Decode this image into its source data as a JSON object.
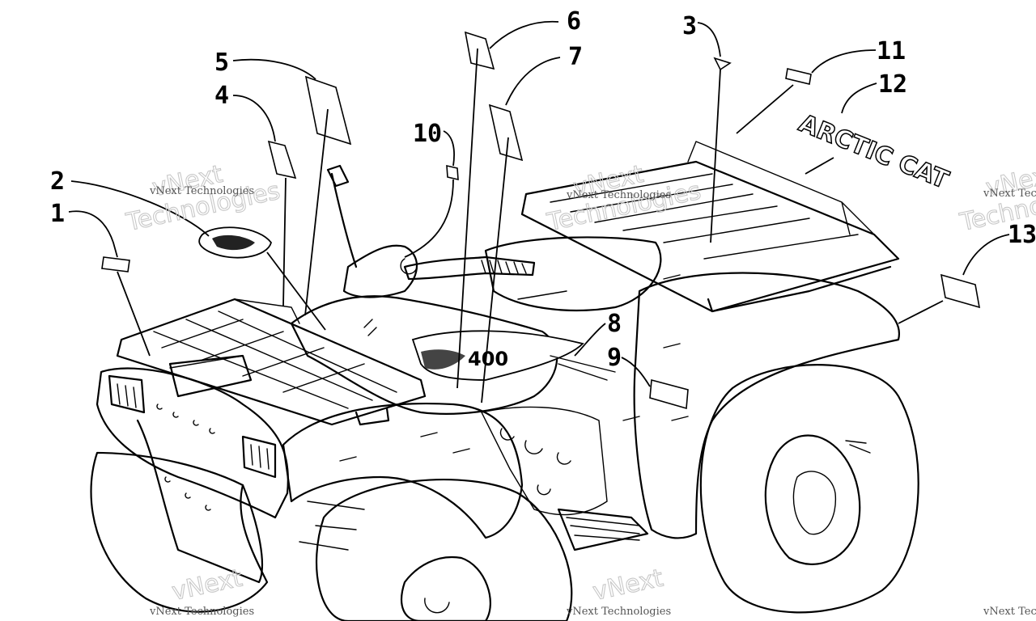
{
  "callouts": {
    "c1": "1",
    "c2": "2",
    "c3": "3",
    "c4": "4",
    "c5": "5",
    "c6": "6",
    "c7": "7",
    "c8": "8",
    "c9": "9",
    "c10": "10",
    "c11": "11",
    "c12": "12",
    "c13": "13"
  },
  "decals": {
    "brand_text": "ARCTIC CAT",
    "model_number": "400"
  },
  "watermark": {
    "line1": "vNext",
    "line2": "Technologies",
    "small": "vNext Technologies"
  },
  "colors": {
    "ink": "#000000",
    "watermark": "#c8c8c8",
    "paper": "#ffffff"
  }
}
